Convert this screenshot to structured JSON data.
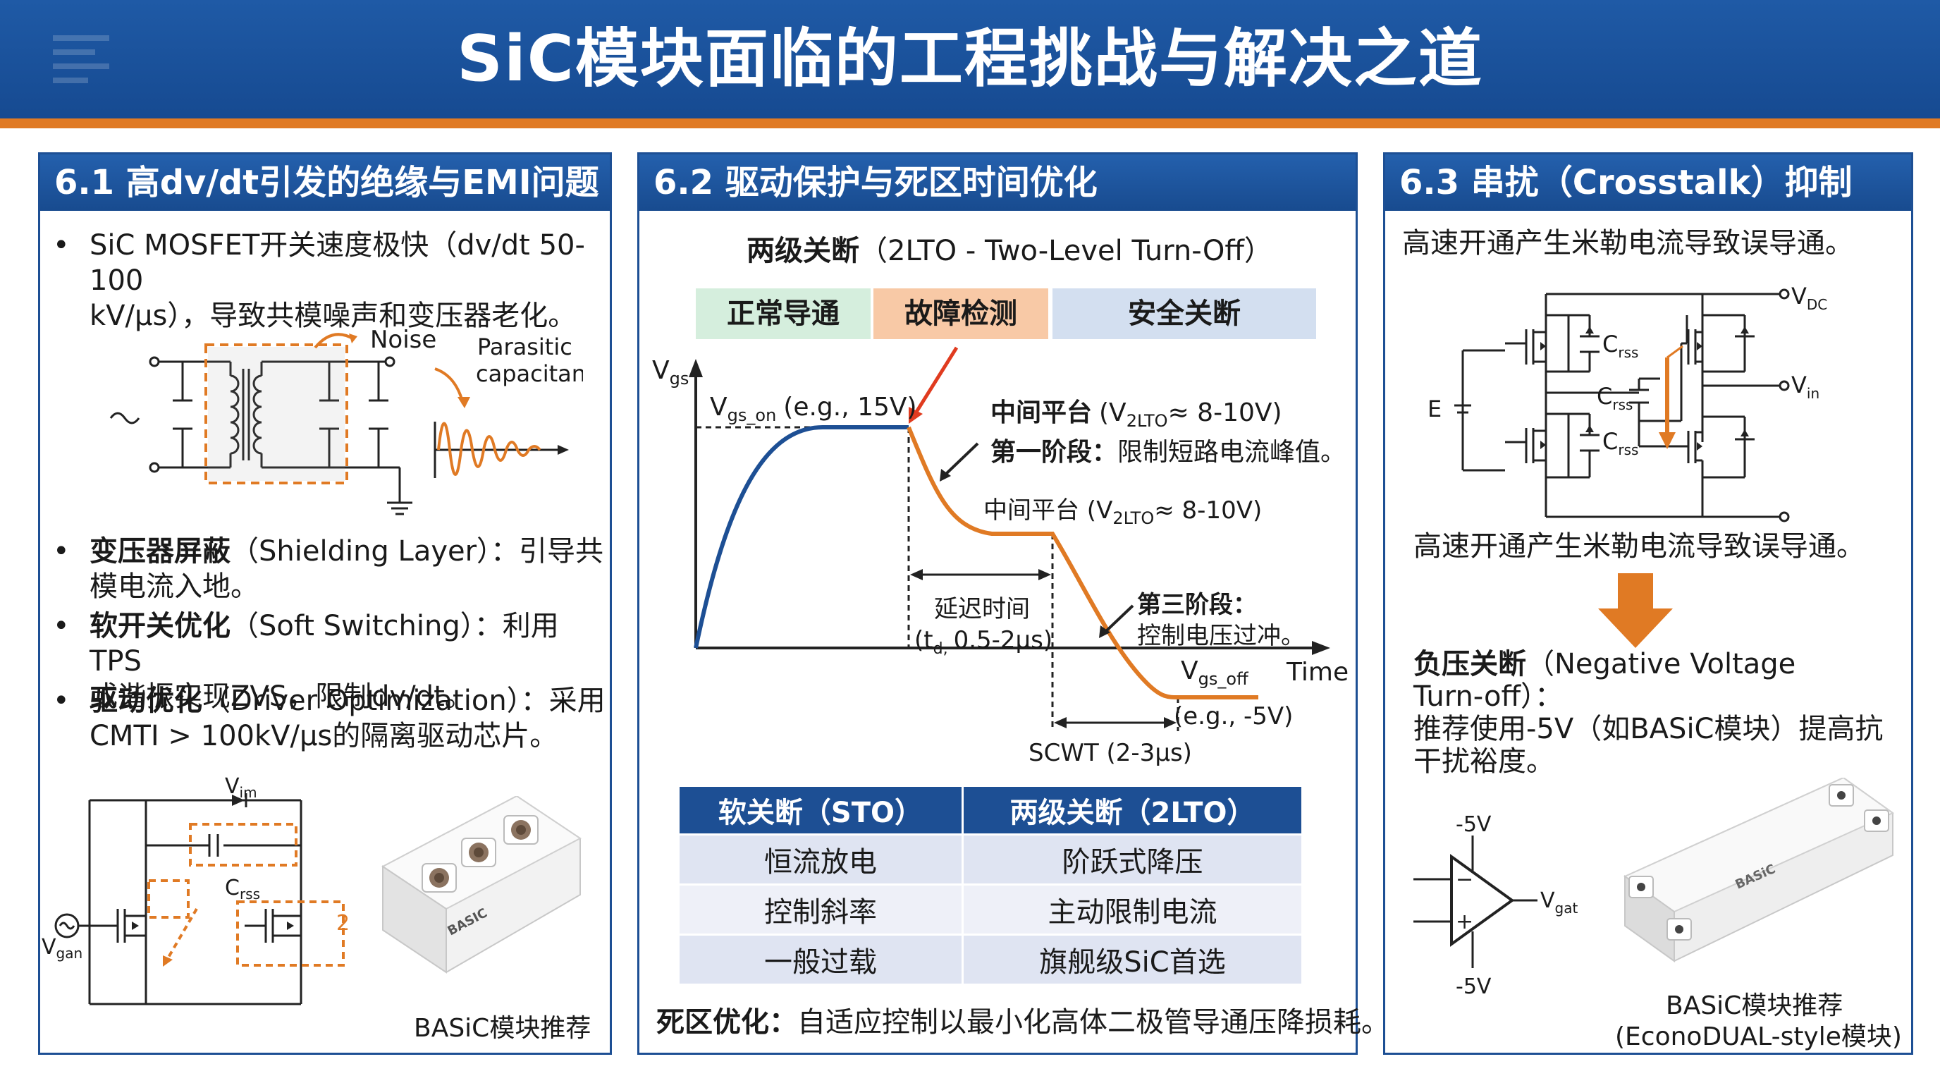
{
  "title": "SiC模块面临的工程挑战与解决之道",
  "panel1": {
    "header": "6.1 高dv/dt引发的绝缘与EMI问题",
    "intro_line1": "SiC MOSFET开关速度极快（dv/dt 50-100",
    "intro_line2": "kV/μs），导致共模噪声和变压器老化。",
    "noise_label": "Noise",
    "parasitic_line1": "Parasitic",
    "parasitic_line2": "capacitance",
    "b1_bold": "变压器屏蔽",
    "b1_rest": "（Shielding Layer）：引导共",
    "b1_line2": "模电流入地。",
    "b2_bold": "软开关优化",
    "b2_rest": "（Soft Switching）：利用TPS",
    "b2_line2": "或谐振实现ZVS，限制dv/dt。",
    "b3_bold": "驱动优化",
    "b3_rest": "（Driver Optimization）：采用",
    "b3_line2": "CMTI > 100kV/μs的隔离驱动芯片。",
    "vim": "V",
    "vim_sub": "im",
    "crss": "C",
    "crss_sub": "rss",
    "vgan": "V",
    "vgan_sub": "gan",
    "num2": "2",
    "module_caption": "BASiC模块推荐",
    "module_brand": "BASIC"
  },
  "panel2": {
    "header": "6.2 驱动保护与死区时间优化",
    "sub_bold": "两级关断",
    "sub_rest": "（2LTO - Two-Level Turn-Off）",
    "phases": [
      "正常导通",
      "故障检测",
      "安全关断"
    ],
    "phase_colors": [
      "#d5eedd",
      "#f8c9a6",
      "#d3dff0"
    ],
    "vgs": "V",
    "vgs_sub": "gs",
    "vgs_on": "V",
    "vgs_on_sub": "gs_on",
    "vgs_on_val": "(e.g., 15V)",
    "mid_bold": "中间平台",
    "mid_a": "(V",
    "mid_sub": "2LTO",
    "mid_b": "≈ 8-10V)",
    "stage1_bold": "第一阶段：",
    "stage1_rest": "限制短路电流峰值。",
    "mid2_a": "中间平台 (V",
    "mid2_sub": "2LTO",
    "mid2_b": "≈ 8-10V)",
    "delay_line1": "延迟时间",
    "delay_line2a": "(t",
    "delay_line2sub": "d,",
    "delay_line2b": "0.5-2μs)",
    "stage3_bold": "第三阶段：",
    "stage3_rest": "控制电压过冲。",
    "vgs_off": "V",
    "vgs_off_sub": "gs_off",
    "time_label": "Time",
    "vgs_off_val": "(e.g., -5V)",
    "scwt": "SCWT (2-3μs)",
    "table_headers": [
      "软关断（STO）",
      "两级关断（2LTO）"
    ],
    "table_rows": [
      [
        "恒流放电",
        "阶跃式降压"
      ],
      [
        "控制斜率",
        "主动限制电流"
      ],
      [
        "一般过载",
        "旗舰级SiC首选"
      ]
    ],
    "footer_bold": "死区优化：",
    "footer_rest": "自适应控制以最小化高体二极管导通压降损耗。"
  },
  "panel3": {
    "header": "6.3 串扰（Crosstalk）抑制",
    "top_text": "高速开通产生米勒电流导致误导通。",
    "vdc": "V",
    "vdc_sub": "DC",
    "vin": "V",
    "vin_sub": "in",
    "e_label": "E",
    "crss": "C",
    "crss_sub": "rss",
    "mid_text": "高速开通产生米勒电流导致误导通。",
    "neg_bold": "负压关断",
    "neg_rest": "（Negative Voltage",
    "neg_line2": "Turn-off）：",
    "neg_line3": "推荐使用-5V（如BASiC模块）提高抗",
    "neg_line4": "干扰裕度。",
    "m5v_top": "-5V",
    "m5v_bot": "-5V",
    "vgat": "V",
    "vgat_sub": "gat",
    "module_caption1": "BASiC模块推荐",
    "module_caption2": "(EconoDUAL-style模块)",
    "module_brand": "BASiC"
  },
  "colors": {
    "navy": "#1d4f94",
    "orange": "#e07a24",
    "curve_blue": "#1d4f94",
    "curve_orange": "#e07a24"
  }
}
